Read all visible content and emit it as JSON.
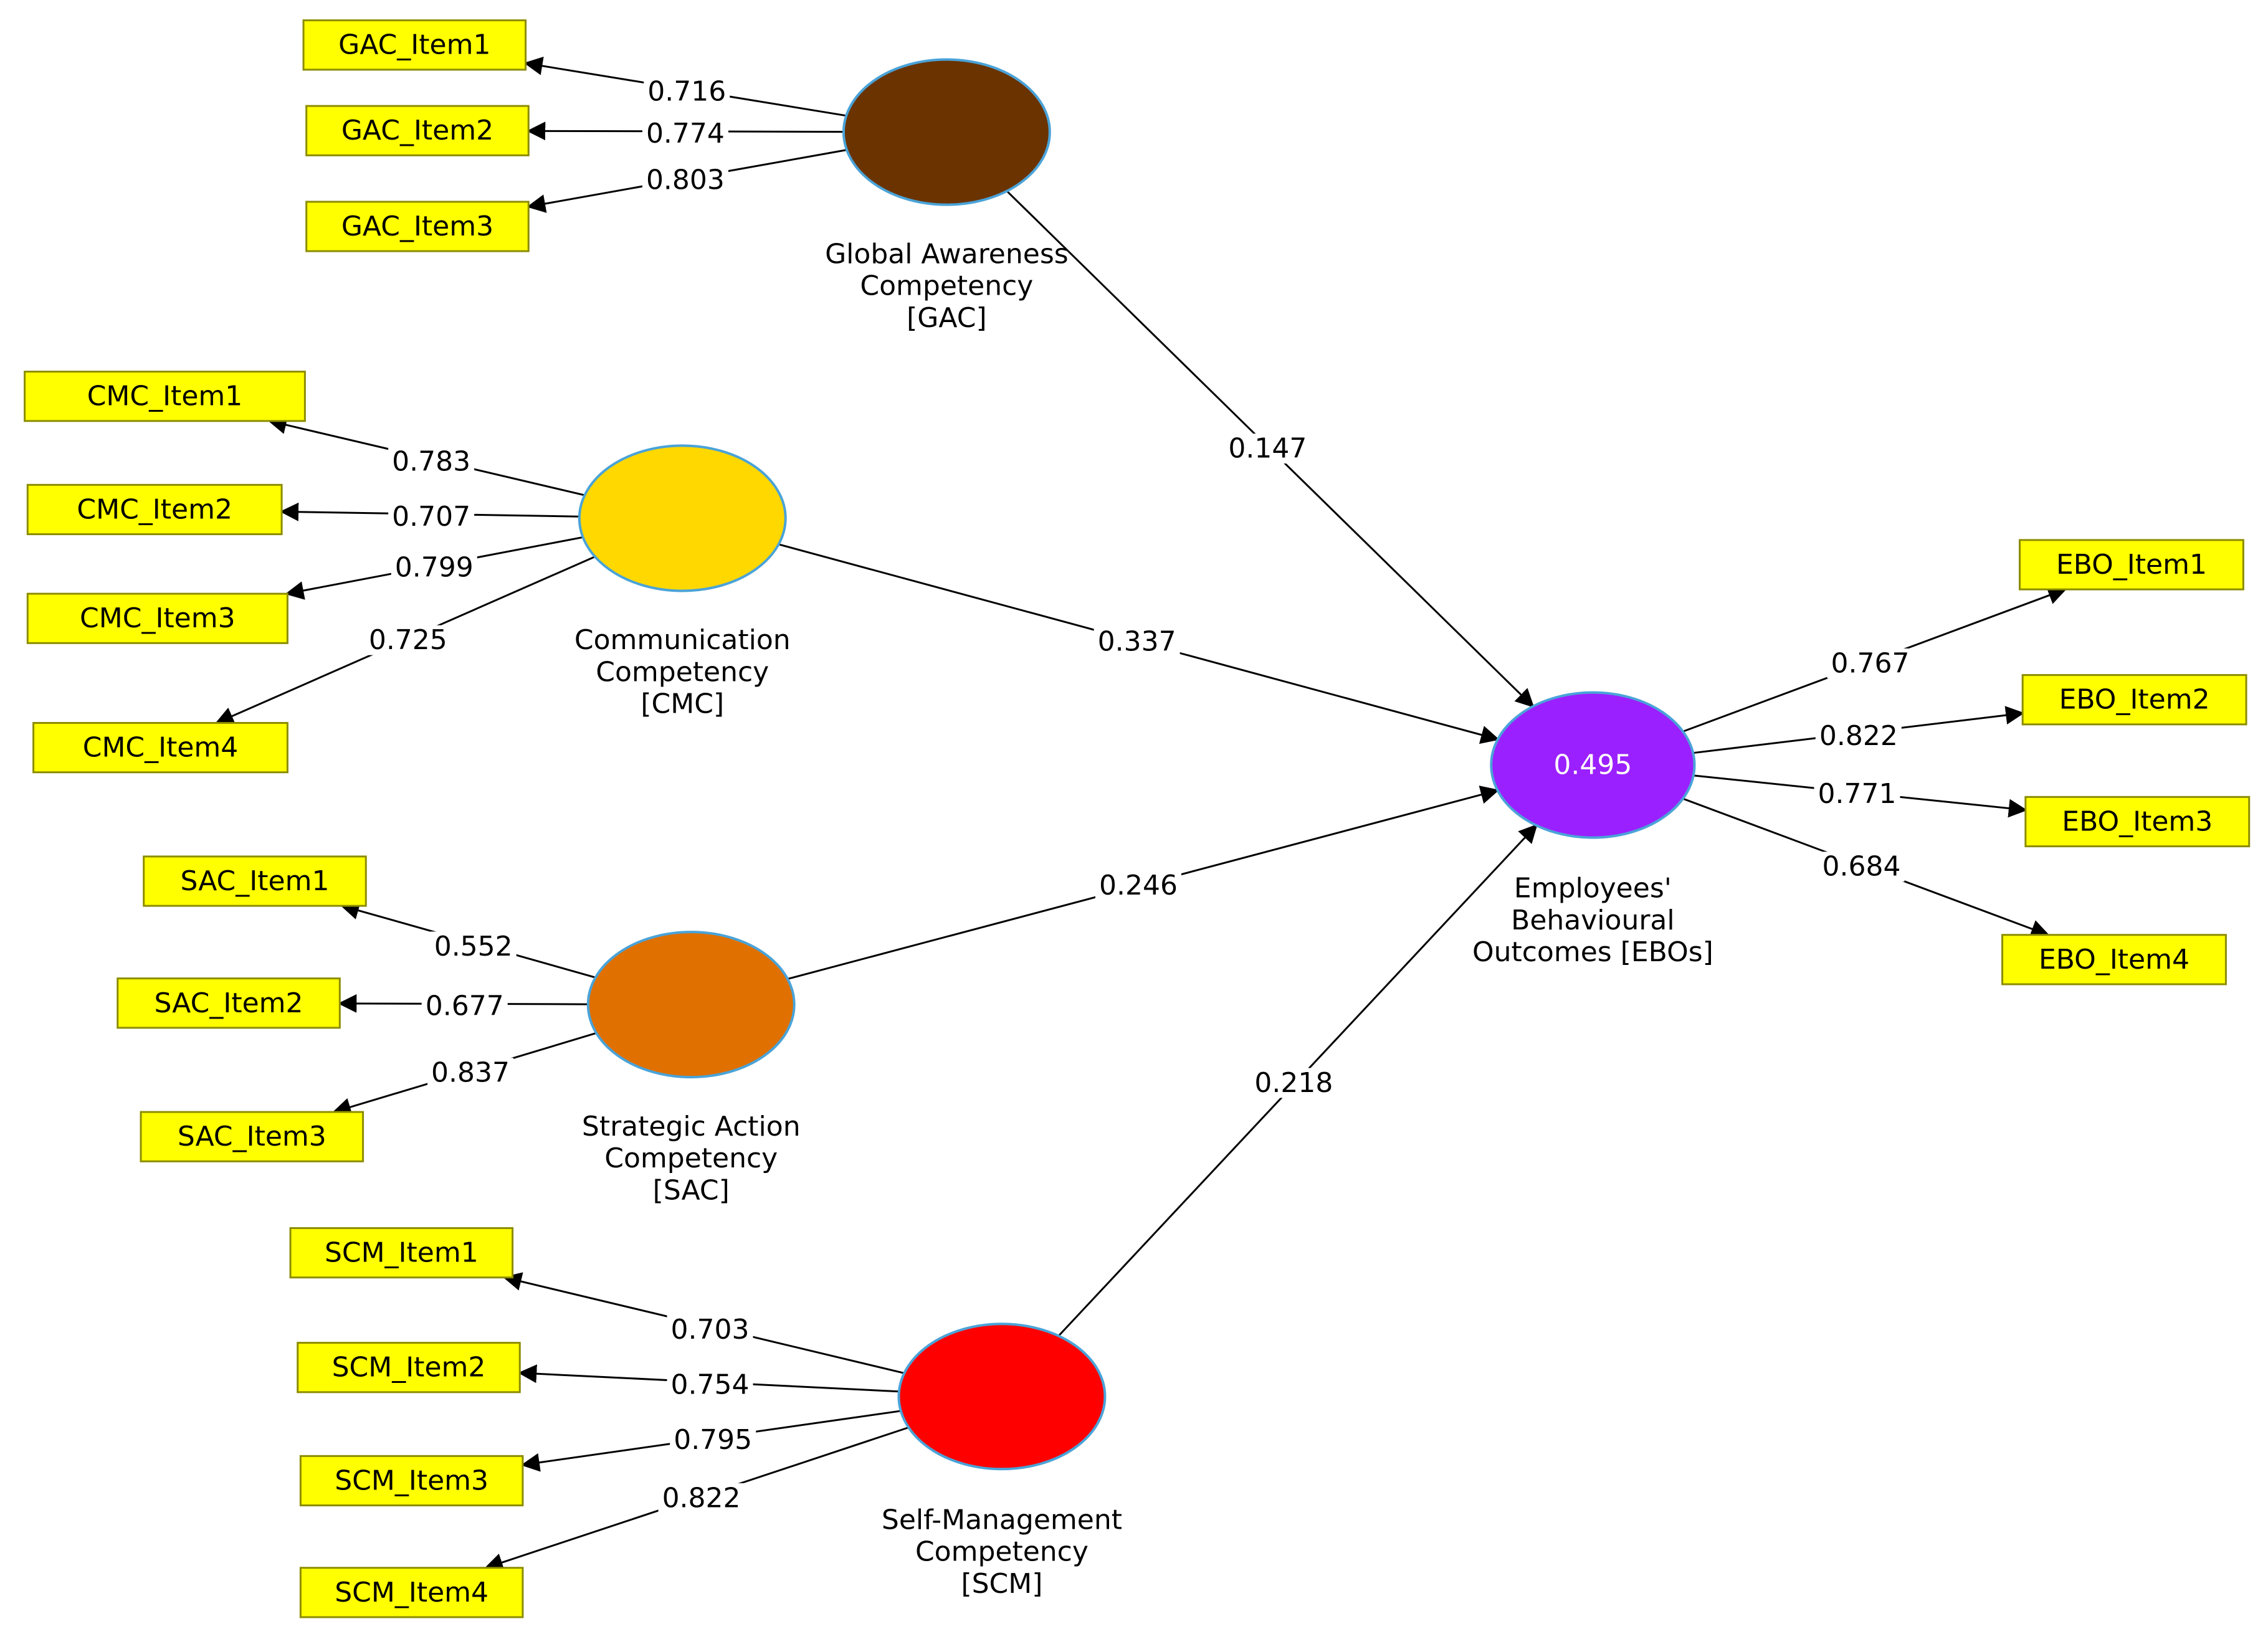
{
  "constructs": [
    {
      "id": "GAC",
      "label_lines": [
        "Global Awareness",
        "Competency",
        "[GAC]"
      ],
      "color": "#6b3300",
      "stroke": "#4aa3d8"
    },
    {
      "id": "CMC",
      "label_lines": [
        "Communication",
        "Competency",
        "[CMC]"
      ],
      "color": "#ffd800",
      "stroke": "#4aa3d8"
    },
    {
      "id": "SAC",
      "label_lines": [
        "Strategic Action",
        "Competency",
        "[SAC]"
      ],
      "color": "#e07000",
      "stroke": "#4aa3d8"
    },
    {
      "id": "SCM",
      "label_lines": [
        "Self-Management",
        "Competency",
        "[SCM]"
      ],
      "color": "#ff0000",
      "stroke": "#4aa3d8"
    },
    {
      "id": "EBO",
      "label_lines": [
        "Employees'",
        "Behavioural",
        "Outcomes [EBOs]"
      ],
      "color": "#9b20ff",
      "stroke": "#4aa3d8",
      "r_squared": "0.495"
    }
  ],
  "indicators": {
    "GAC": [
      {
        "name": "GAC_Item1",
        "loading": "0.716"
      },
      {
        "name": "GAC_Item2",
        "loading": "0.774"
      },
      {
        "name": "GAC_Item3",
        "loading": "0.803"
      }
    ],
    "CMC": [
      {
        "name": "CMC_Item1",
        "loading": "0.783"
      },
      {
        "name": "CMC_Item2",
        "loading": "0.707"
      },
      {
        "name": "CMC_Item3",
        "loading": "0.799"
      },
      {
        "name": "CMC_Item4",
        "loading": "0.725"
      }
    ],
    "SAC": [
      {
        "name": "SAC_Item1",
        "loading": "0.552"
      },
      {
        "name": "SAC_Item2",
        "loading": "0.677"
      },
      {
        "name": "SAC_Item3",
        "loading": "0.837"
      }
    ],
    "SCM": [
      {
        "name": "SCM_Item1",
        "loading": "0.703"
      },
      {
        "name": "SCM_Item2",
        "loading": "0.754"
      },
      {
        "name": "SCM_Item3",
        "loading": "0.795"
      },
      {
        "name": "SCM_Item4",
        "loading": "0.822"
      }
    ],
    "EBO": [
      {
        "name": "EBO_Item1",
        "loading": "0.767"
      },
      {
        "name": "EBO_Item2",
        "loading": "0.822"
      },
      {
        "name": "EBO_Item3",
        "loading": "0.771"
      },
      {
        "name": "EBO_Item4",
        "loading": "0.684"
      }
    ]
  },
  "paths": [
    {
      "from": "GAC",
      "to": "EBO",
      "coefficient": "0.147"
    },
    {
      "from": "CMC",
      "to": "EBO",
      "coefficient": "0.337"
    },
    {
      "from": "SAC",
      "to": "EBO",
      "coefficient": "0.246"
    },
    {
      "from": "SCM",
      "to": "EBO",
      "coefficient": "0.218"
    }
  ]
}
